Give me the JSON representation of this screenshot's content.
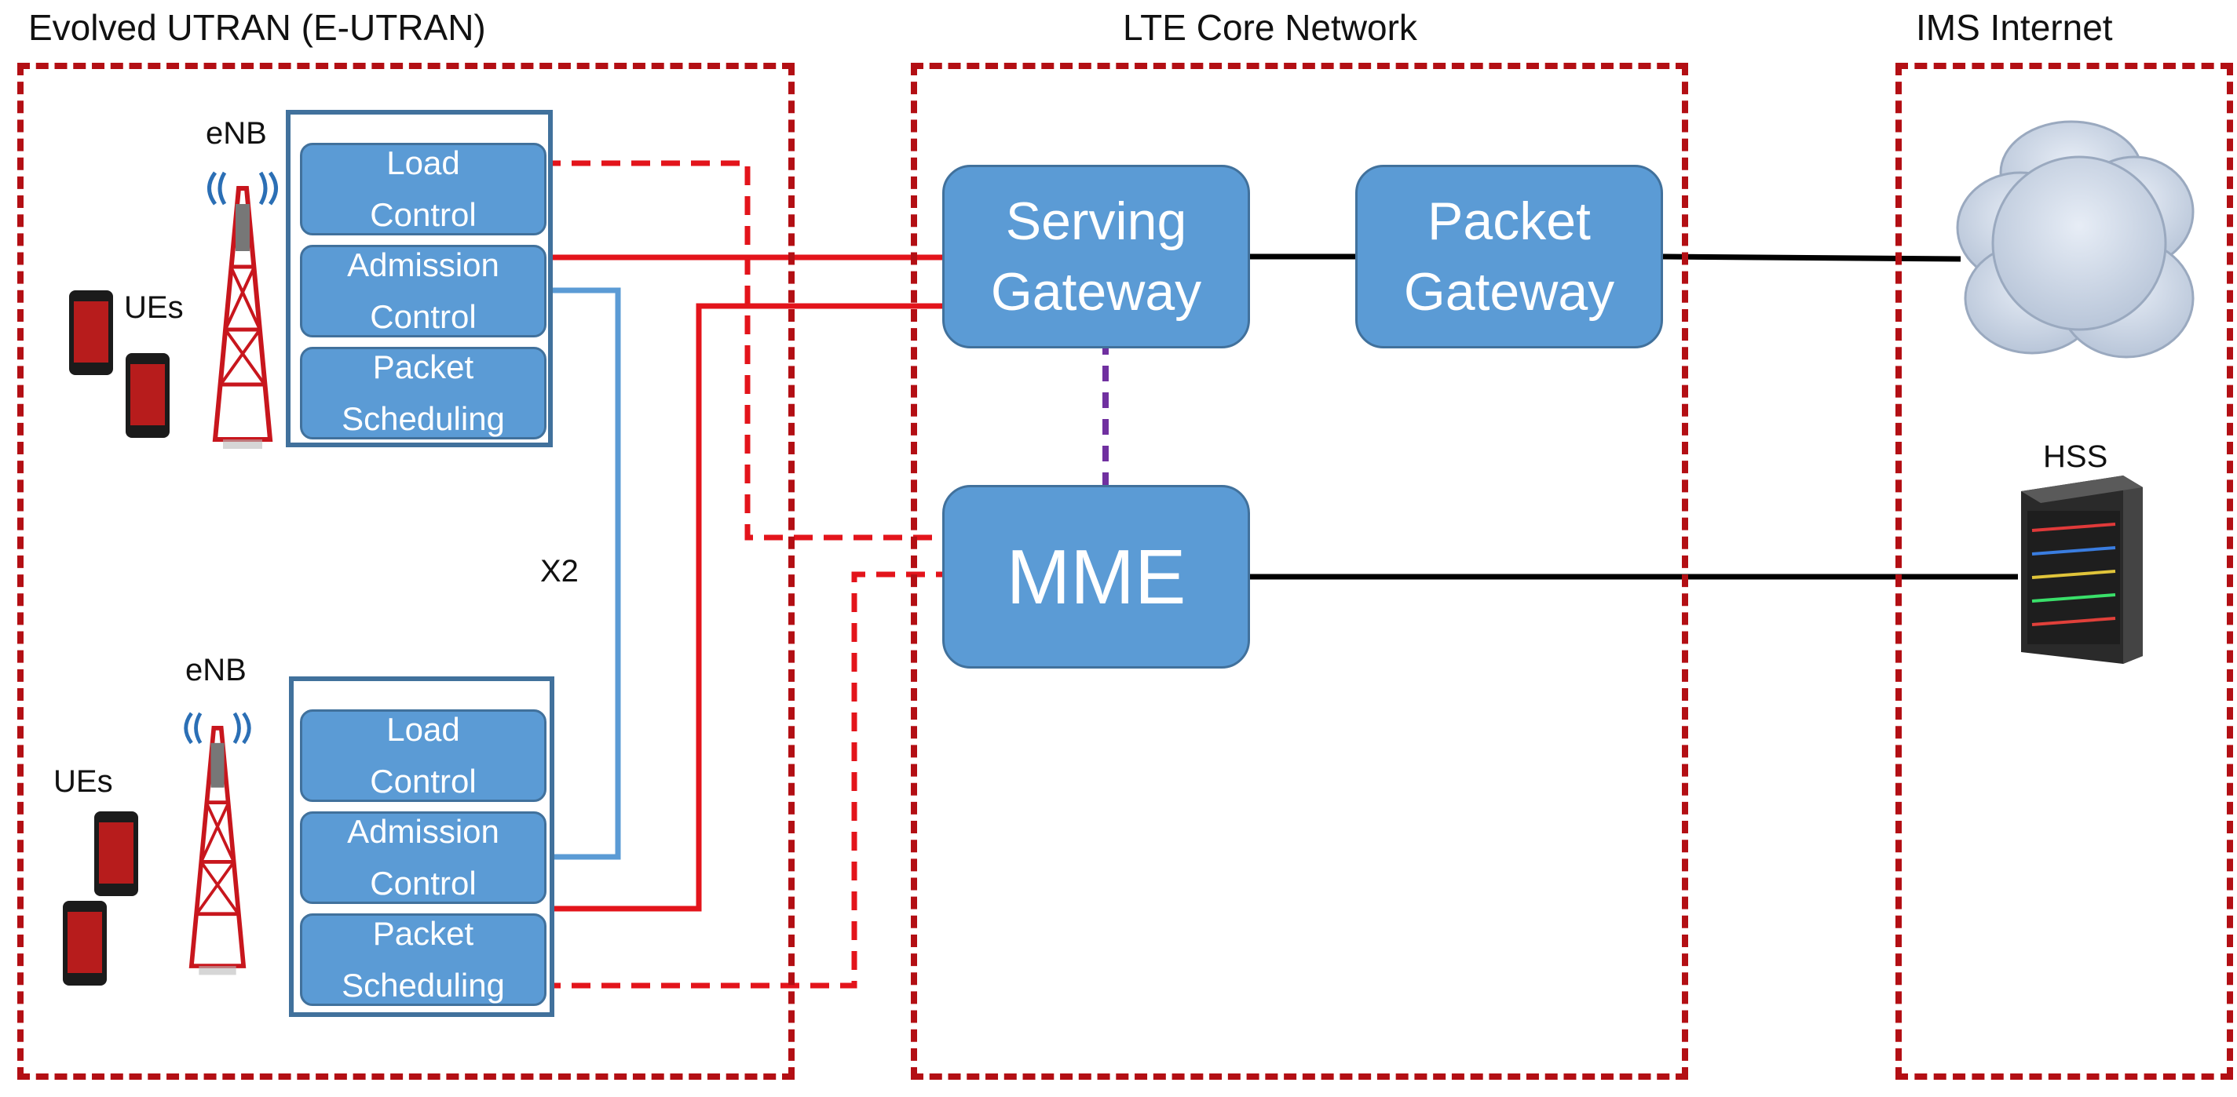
{
  "regions": {
    "eutran_title": "Evolved UTRAN (E-UTRAN)",
    "core_title": "LTE Core Network",
    "ims_title": "IMS Internet"
  },
  "enb_top": {
    "label": "eNB",
    "ues_label": "UEs",
    "modules": [
      {
        "line1": "Load",
        "line2": "Control"
      },
      {
        "line1": "Admission",
        "line2": "Control"
      },
      {
        "line1": "Packet",
        "line2": "Scheduling"
      }
    ]
  },
  "enb_bottom": {
    "label": "eNB",
    "ues_label": "UEs",
    "modules": [
      {
        "line1": "Load",
        "line2": "Control"
      },
      {
        "line1": "Admission",
        "line2": "Control"
      },
      {
        "line1": "Packet",
        "line2": "Scheduling"
      }
    ]
  },
  "x2_label": "X2",
  "core": {
    "serving_gateway": {
      "line1": "Serving",
      "line2": "Gateway"
    },
    "packet_gateway": {
      "line1": "Packet",
      "line2": "Gateway"
    },
    "mme": "MME"
  },
  "hss_label": "HSS",
  "colors": {
    "region_border": "#b30f14",
    "node_fill": "#5b9bd5",
    "node_border": "#41719c",
    "link_red": "#e3141b",
    "link_blue": "#5b9bd5",
    "link_black": "#000000",
    "link_purple": "#7030a0"
  },
  "icons": [
    "cell-tower-icon",
    "smartphone-icon",
    "cloud-icon",
    "server-icon"
  ]
}
